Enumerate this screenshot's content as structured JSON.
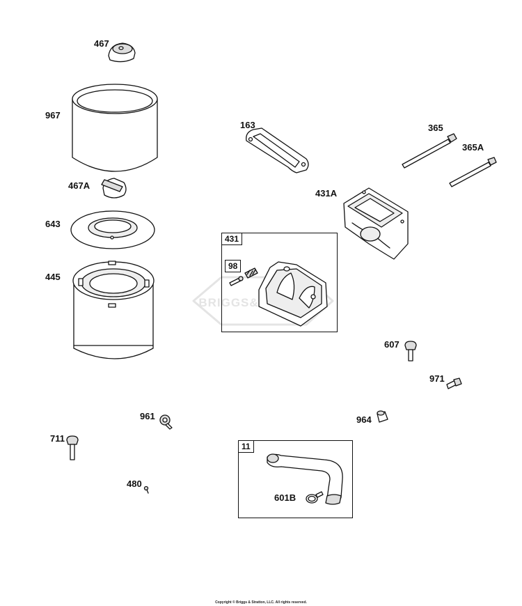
{
  "parts": {
    "p467": "467",
    "p967": "967",
    "p467A": "467A",
    "p643": "643",
    "p445": "445",
    "p163": "163",
    "p365": "365",
    "p365A": "365A",
    "p431A": "431A",
    "p431": "431",
    "p98": "98",
    "p607": "607",
    "p971": "971",
    "p964": "964",
    "p961": "961",
    "p711": "711",
    "p480": "480",
    "p11": "11",
    "p601B": "601B"
  },
  "watermark": "BRIGGS&STRATTON",
  "copyright": "Copyright © Briggs & Stratton, LLC. All rights reserved.",
  "colors": {
    "line": "#111111",
    "fill": "#ffffff",
    "shade": "#d9d9d9",
    "watermark": "#e2e2e2"
  }
}
